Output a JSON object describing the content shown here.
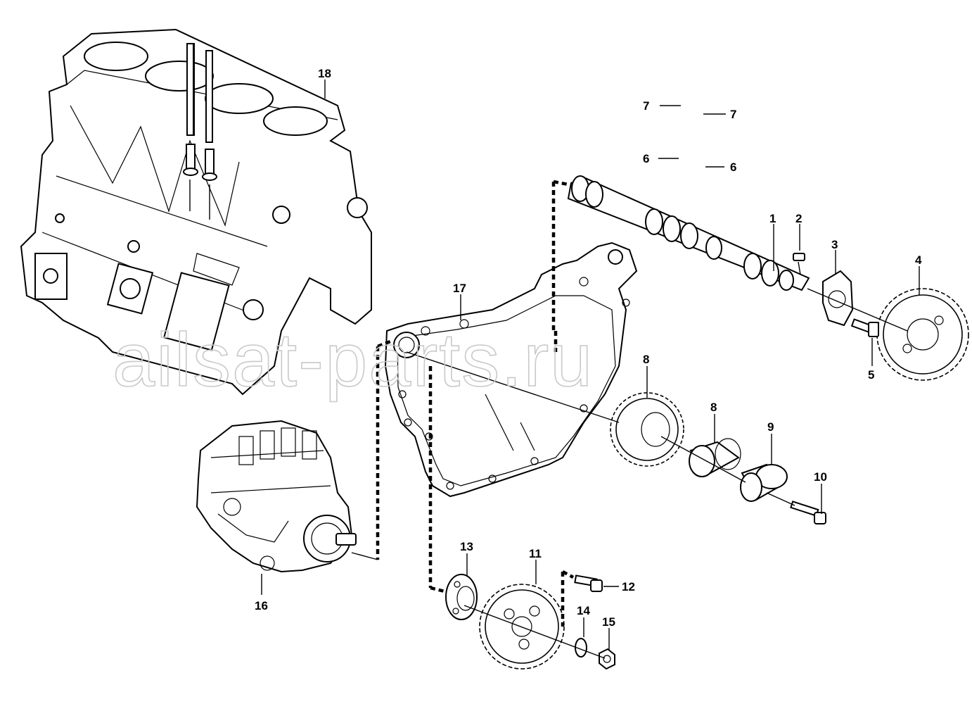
{
  "diagram": {
    "watermark": "ailsat-parts.ru",
    "callouts": [
      {
        "id": "c1",
        "text": "1"
      },
      {
        "id": "c2",
        "text": "2"
      },
      {
        "id": "c3",
        "text": "3"
      },
      {
        "id": "c4",
        "text": "4"
      },
      {
        "id": "c5",
        "text": "5"
      },
      {
        "id": "c6a",
        "text": "6"
      },
      {
        "id": "c6b",
        "text": "6"
      },
      {
        "id": "c7a",
        "text": "7"
      },
      {
        "id": "c7b",
        "text": "7"
      },
      {
        "id": "c8a",
        "text": "8"
      },
      {
        "id": "c8b",
        "text": "8"
      },
      {
        "id": "c9",
        "text": "9"
      },
      {
        "id": "c10",
        "text": "10"
      },
      {
        "id": "c11",
        "text": "11"
      },
      {
        "id": "c12",
        "text": "12"
      },
      {
        "id": "c13",
        "text": "13"
      },
      {
        "id": "c14",
        "text": "14"
      },
      {
        "id": "c15",
        "text": "15"
      },
      {
        "id": "c16",
        "text": "16"
      },
      {
        "id": "c17",
        "text": "17"
      },
      {
        "id": "c18",
        "text": "18"
      }
    ]
  }
}
